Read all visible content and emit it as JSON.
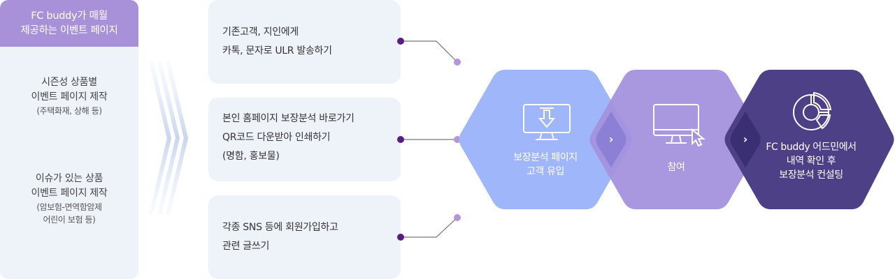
{
  "left_panel": {
    "header": [
      "FC buddy가 매월",
      "제공하는 이벤트 페이지"
    ],
    "items": [
      {
        "main": [
          "시즌성 상품별",
          "이벤트 페이지 제작"
        ],
        "sub": [
          "(주택화재, 상해 등)"
        ]
      },
      {
        "main": [
          "이슈가 있는 상품",
          "이벤트 페이지 제작"
        ],
        "sub": [
          "(암보험-면역함암제",
          "어린이 보험 등)"
        ]
      }
    ]
  },
  "channels": [
    {
      "lines": [
        "기존고객, 지인에게",
        "카톡, 문자로 ULR 발송하기"
      ]
    },
    {
      "lines": [
        "본인 홈페이지 보장분석 바로가기",
        "QR코드 다운받아 인쇄하기",
        "(명함, 홍보물)"
      ]
    },
    {
      "lines": [
        "각종 SNS 등에 회원가입하고",
        "관련 글쓰기"
      ]
    }
  ],
  "steps": [
    {
      "icon": "monitor-download-icon",
      "lines": [
        "보장분석 페이지",
        "고객 유입"
      ],
      "color": "#9fb6fb"
    },
    {
      "icon": "monitor-cursor-icon",
      "lines": [
        "참여"
      ],
      "color": "#a491dd"
    },
    {
      "icon": "pie-chart-icon",
      "lines": [
        "FC buddy 어드민에서",
        "내역 확인 후",
        "보장분석 컨설팅"
      ],
      "color": "#4d4087"
    }
  ],
  "colors": {
    "panel_bg": "#eef2f9",
    "header_purple": "#a891d8",
    "dot_dark": "#5b1a86",
    "dot_light": "#b595d9"
  }
}
